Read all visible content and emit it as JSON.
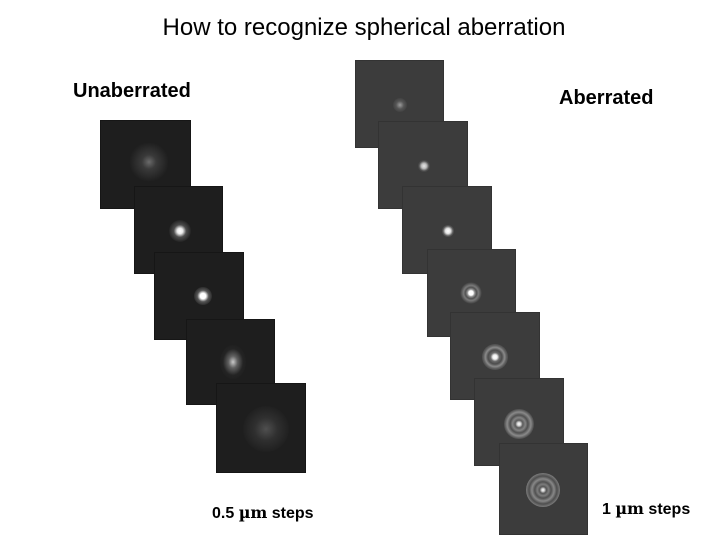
{
  "title": "How to recognize spherical aberration",
  "left_label": "Unaberrated",
  "right_label": "Aberrated",
  "left_steps": {
    "value": "0.5 ",
    "unit": "µm",
    "suffix": " steps"
  },
  "right_steps": {
    "value": "1 ",
    "unit": "µm",
    "suffix": " steps"
  },
  "unaberrated_series": [
    "defocused-diffuse",
    "focused-bright",
    "focused-brightest",
    "defocused-elongated",
    "defocused-diffuse-large"
  ],
  "aberrated_series": [
    "faint-dot",
    "small-dot",
    "bright-dot",
    "dot-faint-ring",
    "dot-ring",
    "dot-double-ring",
    "dot-wide-rings"
  ]
}
